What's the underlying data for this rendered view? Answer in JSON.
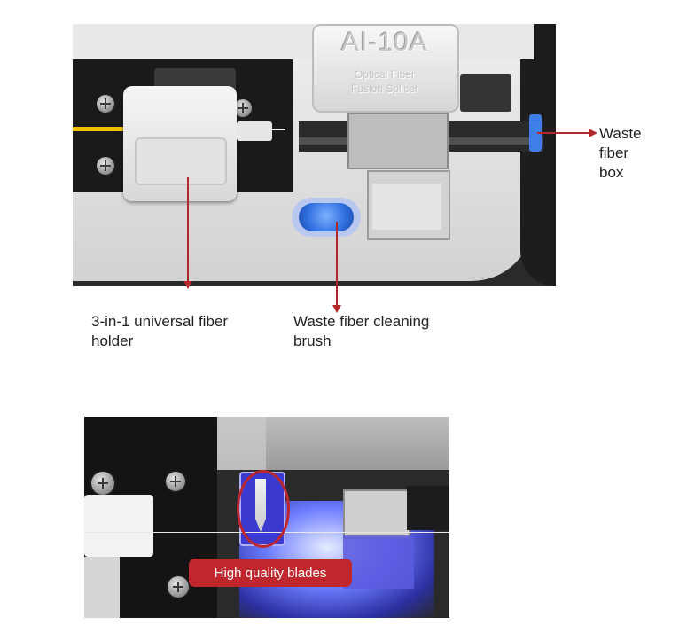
{
  "device": {
    "model": "AI-10A",
    "caption_line1": "Optical Fiber",
    "caption_line2": "Fusion Splicer"
  },
  "callouts": {
    "waste_fiber_box": [
      "Waste",
      "fiber",
      "box"
    ],
    "fiber_holder": [
      "3-in-1 universal fiber",
      "holder"
    ],
    "cleaning_brush": [
      "Waste fiber cleaning",
      "brush"
    ],
    "blades": "High quality blades"
  },
  "colors": {
    "callout_red": "#b3262a",
    "badge_red": "#c0272d",
    "brush_blue": "#2f6fe0",
    "fiber_yellow": "#f2c200"
  }
}
